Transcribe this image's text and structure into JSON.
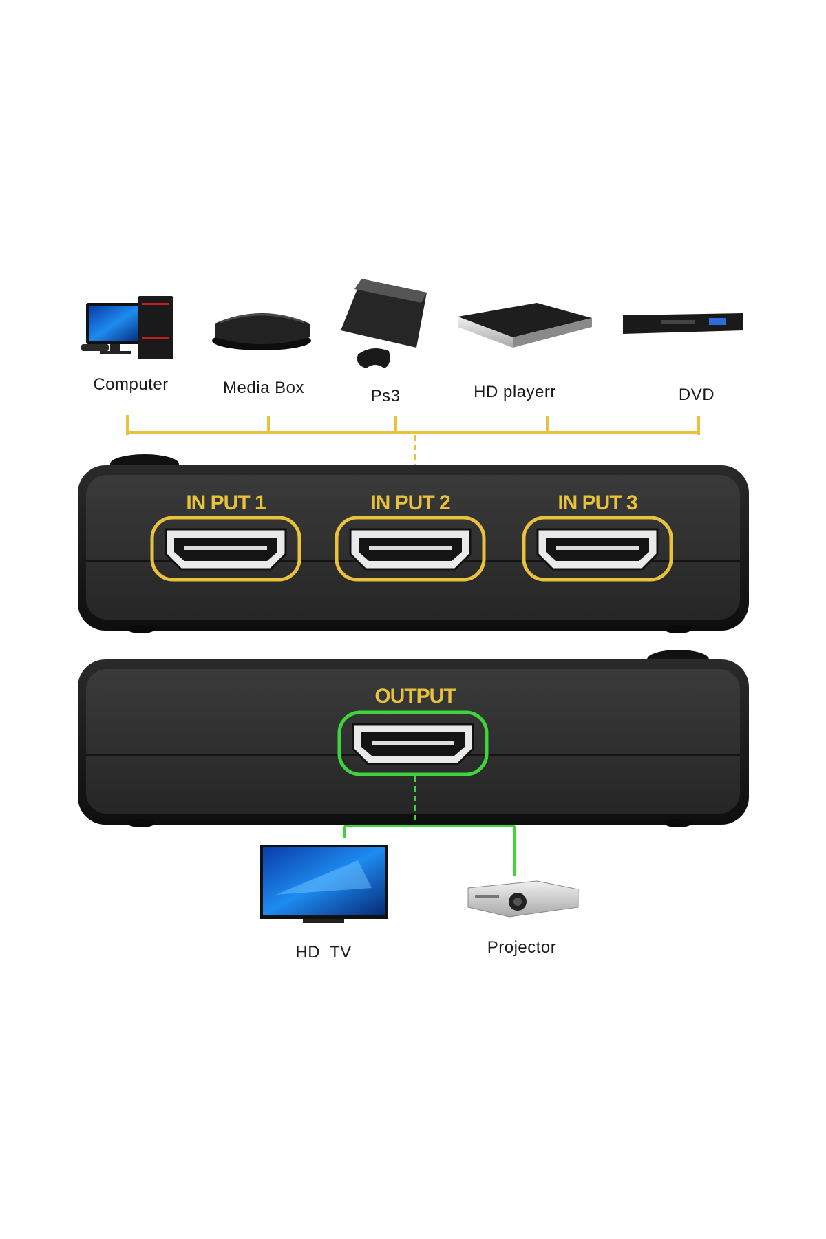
{
  "sources": [
    {
      "label": "Computer",
      "icon": "computer-icon"
    },
    {
      "label": "Media Box",
      "icon": "media-box-icon"
    },
    {
      "label": "Ps3",
      "icon": "ps3-console-icon"
    },
    {
      "label": "HD playerr",
      "icon": "hd-player-icon"
    },
    {
      "label": "DVD",
      "icon": "dvd-player-icon"
    }
  ],
  "inputs": [
    "IN PUT 1",
    "IN PUT 2",
    "IN PUT 3"
  ],
  "output": "OUTPUT",
  "outputs": [
    {
      "label": "HD  TV",
      "icon": "hd-tv-icon"
    },
    {
      "label": "Projector",
      "icon": "projector-icon"
    }
  ],
  "colors": {
    "input_accent": "#e8c23c",
    "output_accent": "#3fd43c",
    "device_body": "#1b1b1b"
  }
}
